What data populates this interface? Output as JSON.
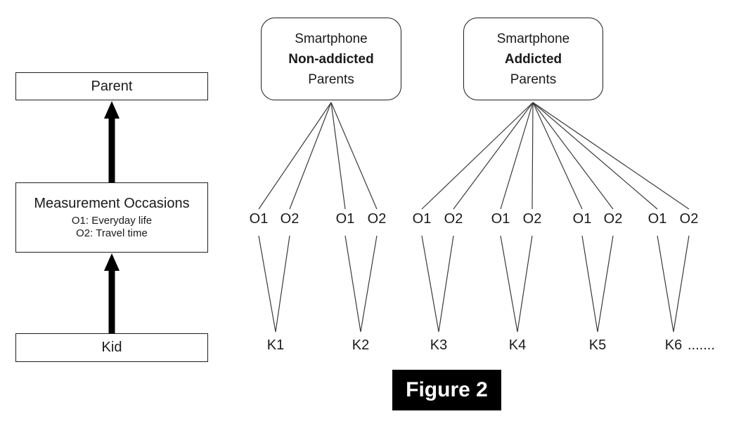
{
  "figure": {
    "caption": "Figure 2"
  },
  "left_panel": {
    "parent_label": "Parent",
    "measurement": {
      "title": "Measurement Occasions",
      "items": [
        "O1: Everyday life",
        "O2: Travel time"
      ]
    },
    "kid_label": "Kid"
  },
  "groups": [
    {
      "title_top": "Smartphone",
      "title_bold": "Non-addicted",
      "title_bottom": "Parents",
      "kids": [
        {
          "label": "K1",
          "suffix": "",
          "occasions": [
            "O1",
            "O2"
          ]
        },
        {
          "label": "K2",
          "suffix": "",
          "occasions": [
            "O1",
            "O2"
          ]
        }
      ]
    },
    {
      "title_top": "Smartphone",
      "title_bold": "Addicted",
      "title_bottom": "Parents",
      "kids": [
        {
          "label": "K3",
          "suffix": "",
          "occasions": [
            "O1",
            "O2"
          ]
        },
        {
          "label": "K4",
          "suffix": "",
          "occasions": [
            "O1",
            "O2"
          ]
        },
        {
          "label": "K5",
          "suffix": "",
          "occasions": [
            "O1",
            "O2"
          ]
        },
        {
          "label": "K6",
          "suffix": ".......",
          "occasions": [
            "O1",
            "O2"
          ]
        }
      ]
    }
  ],
  "colors": {
    "background": "#ffffff",
    "line": "#3a3a3a",
    "box_border": "#1f1f1f",
    "arrow": "#000000",
    "caption_bg": "#000000",
    "caption_fg": "#ffffff"
  }
}
